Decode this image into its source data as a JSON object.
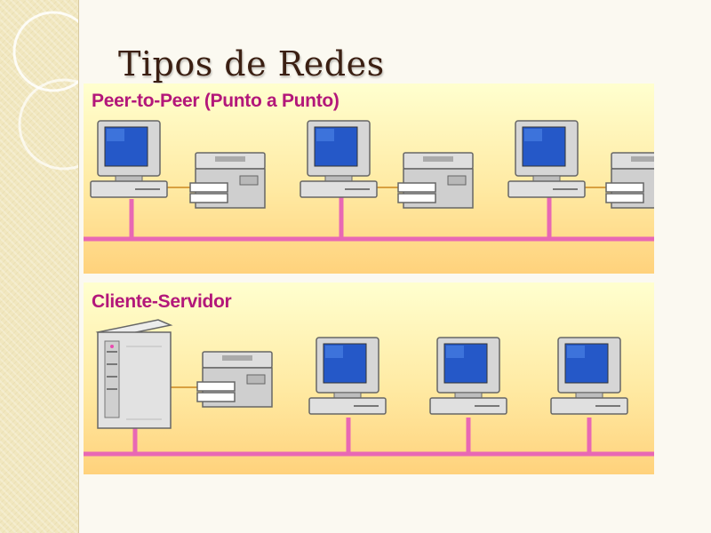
{
  "slide": {
    "title": "Tipos de Redes"
  },
  "panels": [
    {
      "id": "p2p",
      "label": "Peer-to-Peer (Punto a Punto)"
    },
    {
      "id": "cs",
      "label": "Cliente-Servidor"
    }
  ],
  "colors": {
    "cable": "#e868b4",
    "label": "#b3177a",
    "title": "#3b1f12",
    "panel_top": "#ffffcf",
    "panel_bottom": "#ffd27c",
    "side_band": "#f1e7bf"
  },
  "icons": [
    "computer-icon",
    "printer-icon",
    "server-tower-icon"
  ]
}
